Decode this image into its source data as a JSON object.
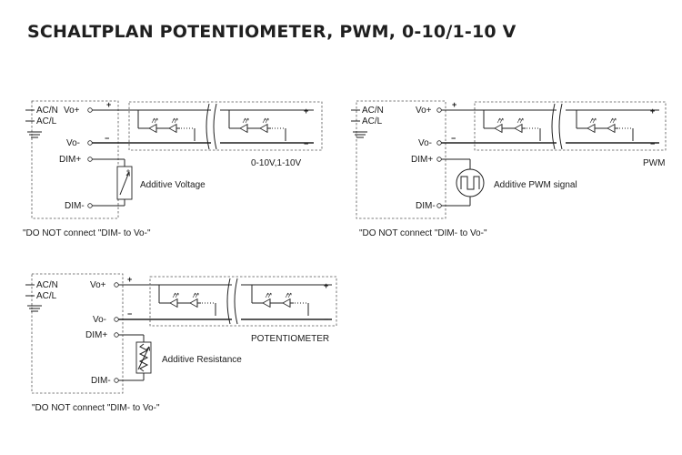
{
  "title": "SCHALTPLAN POTENTIOMETER, PWM, 0-10/1-10 V",
  "pins": {
    "acn": "AC/N",
    "acl": "AC/L",
    "vo_plus": "Vo+",
    "vo_minus": "Vo-",
    "dim_plus": "DIM+",
    "dim_minus": "DIM-"
  },
  "signs": {
    "plus": "+",
    "minus": "−"
  },
  "circuits": [
    {
      "mode": "0-10V,1-10V",
      "component": "Additive Voltage",
      "warning": "\"DO NOT connect \"DIM- to Vo-\""
    },
    {
      "mode": "PWM",
      "component": "Additive PWM signal",
      "warning": "\"DO NOT connect \"DIM- to Vo-\""
    },
    {
      "mode": "POTENTIOMETER",
      "component": "Additive Resistance",
      "warning": "\"DO NOT connect \"DIM- to Vo-\""
    }
  ]
}
